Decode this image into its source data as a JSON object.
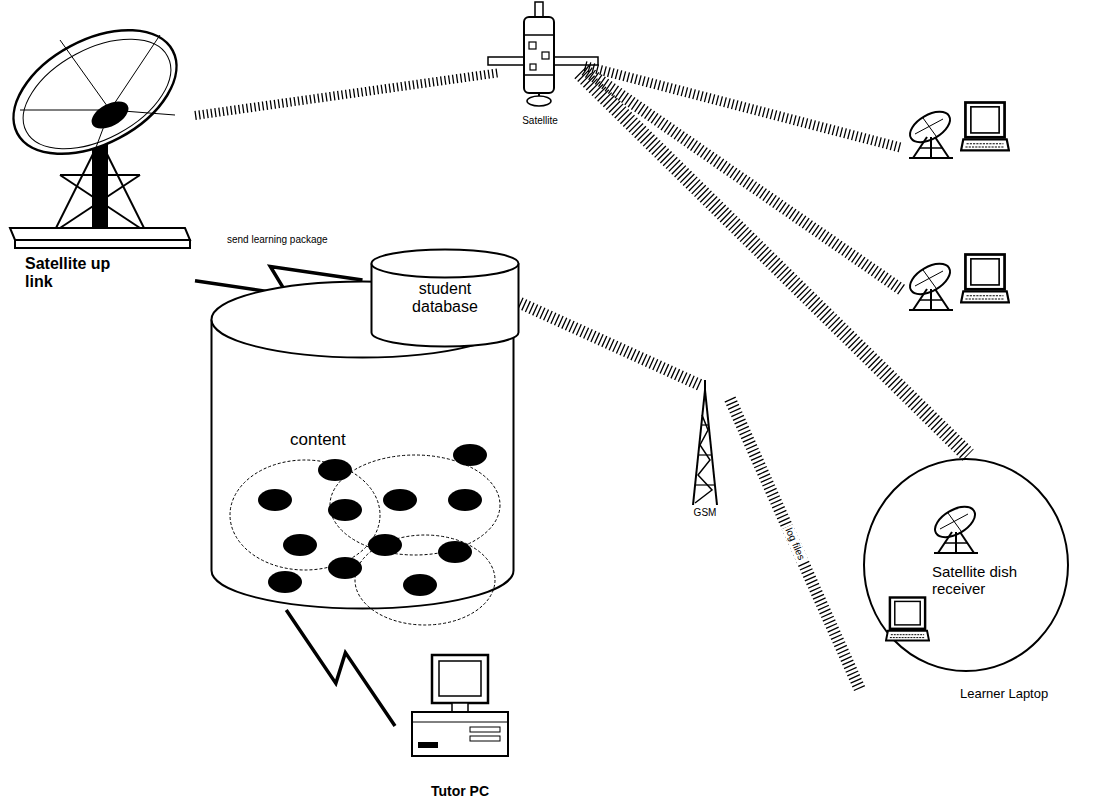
{
  "diagram": {
    "nodes": [
      {
        "text": [
          "Satellite up link"
        ]
      },
      {
        "text": [
          "Satellite"
        ]
      },
      {
        "text": [
          "content"
        ]
      },
      {
        "text": [
          "student database"
        ]
      },
      {
        "text": [
          "GSM"
        ]
      },
      {
        "text": [
          "Satellite dish receiver",
          "Learner Laptop"
        ]
      },
      {
        "text": [
          "Tutor PC"
        ]
      }
    ],
    "edges": [
      {
        "from": 0,
        "to": 1,
        "arrow": "none"
      },
      {
        "from": 0,
        "to": 2,
        "label": "send learning package",
        "arrow": "none"
      },
      {
        "from": 1,
        "to": 5,
        "arrow": "none"
      },
      {
        "from": 3,
        "to": 4,
        "arrow": "none"
      },
      {
        "from": 4,
        "to": 5,
        "label": "log files",
        "arrow": "none"
      },
      {
        "from": 2,
        "to": 6,
        "arrow": "none"
      }
    ]
  }
}
